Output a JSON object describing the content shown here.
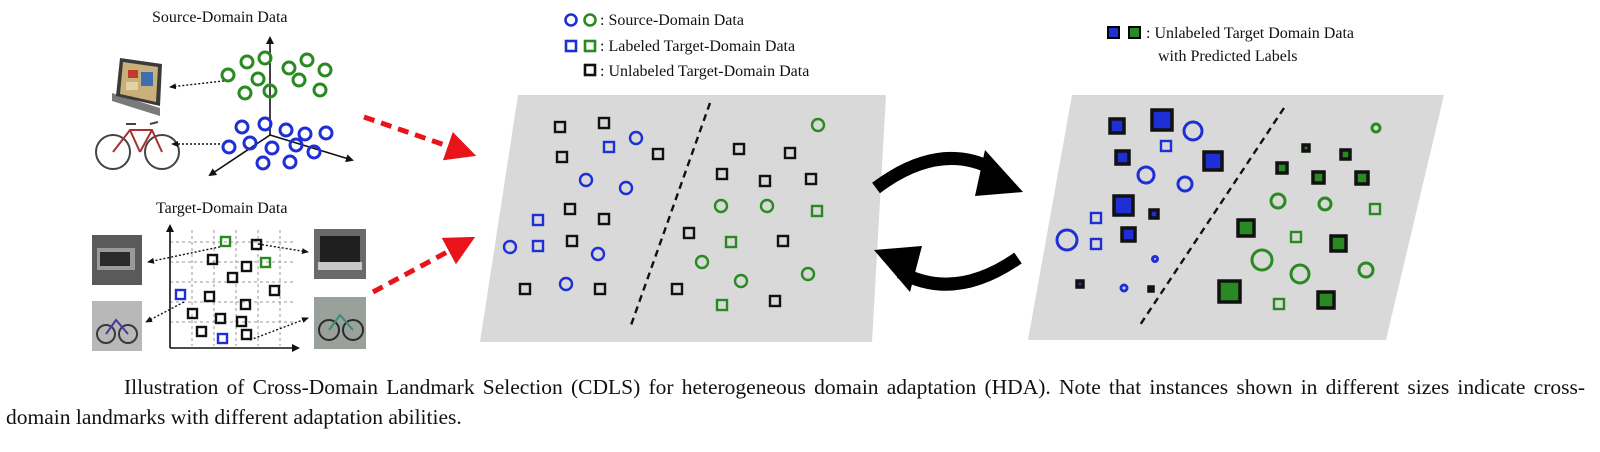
{
  "figure": {
    "source_title": "Source-Domain Data",
    "target_title": "Target-Domain Data",
    "legend_middle": [
      {
        "marker": "circles",
        "text": ": Source-Domain Data"
      },
      {
        "marker": "squares",
        "text": ": Labeled Target-Domain Data"
      },
      {
        "marker": "black-square",
        "text": ": Unlabeled Target-Domain Data"
      }
    ],
    "legend_right": {
      "line1": ": Unlabeled Target Domain Data",
      "line2": "with Predicted Labels"
    },
    "colors": {
      "source_blue": "#1f2fd6",
      "source_green": "#2a8a22",
      "unlabeled": "#111111",
      "panel_gray": "#d9d9d9",
      "arrow_red": "#e8141a"
    }
  },
  "caption": "Illustration of Cross-Domain Landmark Selection (CDLS) for heterogeneous domain adaptation (HDA). Note that instances shown in different sizes indicate cross-domain landmarks with different adaptation abilities."
}
